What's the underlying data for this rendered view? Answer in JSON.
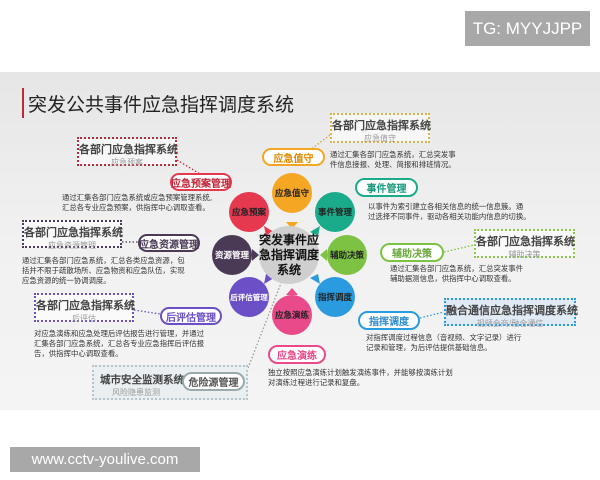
{
  "watermarks": {
    "top": "TG: MYYJJPP",
    "bottom": "www.cctv-youlive.com"
  },
  "title": "突发公共事件应急指挥调度系统",
  "center": "突发事件应急指挥调度系统",
  "colors": {
    "plan": "#e63950",
    "duty": "#f5a623",
    "event": "#1aab8a",
    "decision": "#7dc242",
    "dispatch": "#2b9be0",
    "drill": "#e84a8a",
    "eval": "#6a4fc6",
    "resource": "#4a3a55",
    "accent": "#c0283a"
  },
  "circles": {
    "plan": "应急预案",
    "duty": "应急值守",
    "event": "事件管理",
    "decision": "辅助决策",
    "dispatch": "指挥调度",
    "drill": "应急演练",
    "eval": "后评估管理",
    "resource": "资源管理"
  },
  "modules": {
    "plan": {
      "box_title": "各部门应急指挥系统",
      "box_sub": "应急预案",
      "pill": "应急预案管理",
      "desc": [
        "通过汇集各部门应急系统或应急预案管理系统,",
        "汇总各专业应急预案，供指挥中心调取查看。"
      ]
    },
    "resource": {
      "box_title": "各部门应急指挥系统",
      "box_sub": "应急资源管理",
      "pill": "应急资源管理",
      "desc": [
        "通过汇集各部门应急系统，汇总各类应急资源，包",
        "括并不限于疏散场所、应急物资和应急队伍，实现",
        "应急资源的统一协调调度。"
      ]
    },
    "eval": {
      "box_title": "各部门应急指挥系统",
      "box_sub": "后评估",
      "pill": "后评估管理",
      "desc": [
        "对应急演练和应急处理后评估报告进行管理，并通过",
        "汇集各部门应急系统，汇总各专业应急指挥后评估报",
        "告，供指挥中心调取查看。"
      ]
    },
    "risk": {
      "box_title": "城市安全监测系统",
      "box_sub": "风险隐患监测",
      "pill": "危险源管理"
    },
    "duty": {
      "box_title": "各部门应急指挥系统",
      "box_sub": "应急值守",
      "pill": "应急值守",
      "desc": [
        "通过汇集各部门应急系统，汇总突发事",
        "件信息接报、处理、简报和排班情况。"
      ]
    },
    "event": {
      "pill": "事件管理",
      "desc": [
        "以事件为索引建立各相关信息的统一信息簇。通",
        "过选择不同事件，驱动各相关功能内信息的切换。"
      ]
    },
    "decision": {
      "box_title": "各部门应急指挥系统",
      "box_sub": "辅助决策",
      "pill": "辅助决策",
      "desc": [
        "通过汇集各部门应急系统，汇总突发事件",
        "辅助据测信息，供指挥中心调取查看。"
      ]
    },
    "dispatch": {
      "box_title": "融合通信应急指挥调度系统",
      "box_sub": "视频会商/融合通信",
      "pill": "指挥调度",
      "desc": [
        "对指挥调度过程信息（音视频、文字记录）进行",
        "记录和管理，为后评估提供基础信息。"
      ]
    },
    "drill": {
      "pill": "应急演练",
      "desc": [
        "独立按照应急演练计划触发演练事件，并能够按演练计划",
        "对演练过程进行记录和复盘。"
      ]
    }
  }
}
